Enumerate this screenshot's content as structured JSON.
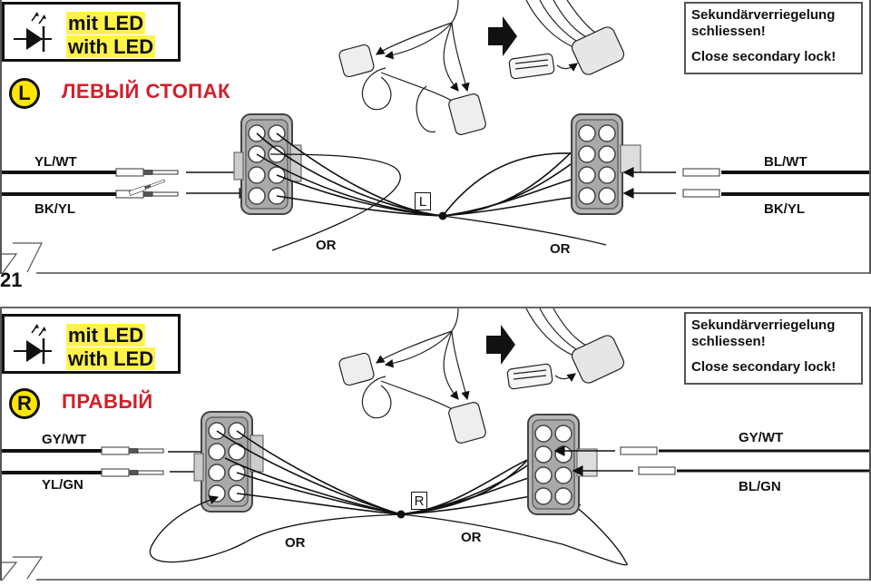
{
  "figure_number": "21",
  "led_legend": {
    "icon": "led-diode-icon",
    "line1": "mit LED",
    "line2": "with LED",
    "highlight_color": "#fff34a"
  },
  "lock_note": {
    "german_line1": "Sekundärverriegelung",
    "german_line2": "schliessen!",
    "english": "Close secondary lock!"
  },
  "panels": [
    {
      "side_letter": "L",
      "side_title": "ЛЕВЫЙ СТОПАК",
      "title_color": "#d0202a",
      "badge_color": "#ffe600",
      "junction_marker": "L",
      "left_wires": [
        "YL/WT",
        "BK/YL"
      ],
      "right_wires": [
        "BL/WT",
        "BK/YL"
      ],
      "or_labels": [
        "OR",
        "OR"
      ]
    },
    {
      "side_letter": "R",
      "side_title": "ПРАВЫЙ",
      "title_color": "#d0202a",
      "badge_color": "#ffe600",
      "junction_marker": "R",
      "left_wires": [
        "GY/WT",
        "YL/GN"
      ],
      "right_wires": [
        "GY/WT",
        "BL/GN"
      ],
      "or_labels": [
        "OR",
        "OR"
      ]
    }
  ]
}
